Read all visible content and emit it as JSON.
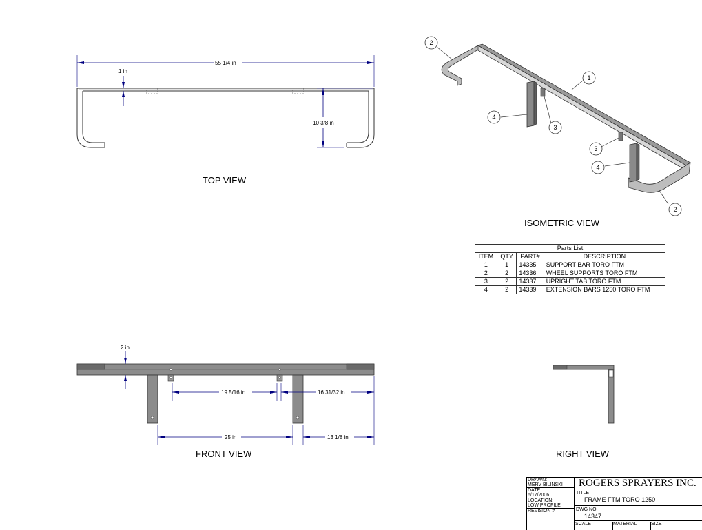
{
  "views": {
    "top": "TOP VIEW",
    "isometric": "ISOMETRIC VIEW",
    "front": "FRONT VIEW",
    "right": "RIGHT VIEW"
  },
  "dimensions": {
    "overall_length": "55 1/4 in",
    "top_thickness": "1 in",
    "top_depth": "10 3/8 in",
    "front_height": "2 in",
    "tab_spacing": "19 5/16 in",
    "tab_offset": "16 31/32 in",
    "leg_spacing": "25 in",
    "leg_offset": "13 1/8 in"
  },
  "balloons": [
    "1",
    "2",
    "3",
    "4"
  ],
  "parts_list": {
    "title": "Parts List",
    "headers": [
      "ITEM",
      "QTY",
      "PART#",
      "DESCRIPTION"
    ],
    "rows": [
      [
        "1",
        "1",
        "14335",
        "SUPPORT BAR TORO FTM"
      ],
      [
        "2",
        "2",
        "14336",
        "WHEEL SUPPORTS TORO FTM"
      ],
      [
        "3",
        "2",
        "14337",
        "UPRIGHT TAB TORO FTM"
      ],
      [
        "4",
        "2",
        "14339",
        "EXTENSION BARS 1250 TORO FTM"
      ]
    ]
  },
  "title_block": {
    "drawn_label": "DRAWN:",
    "drawn_by": "MERV BILINSKI",
    "date_label": "DATE:",
    "date": "6/17/2006",
    "location_label": "LOCATION:",
    "location": "LOW PROFILE",
    "revision_label": "REVISION #",
    "company": "ROGERS SPRAYERS INC.",
    "title_label": "TITLE",
    "title": "FRAME FTM TORO 1250",
    "dwg_label": "DWG NO",
    "dwg_no": "14347",
    "scale_label": "SCALE",
    "material_label": "MATERIAL",
    "size_label": "SIZE"
  }
}
